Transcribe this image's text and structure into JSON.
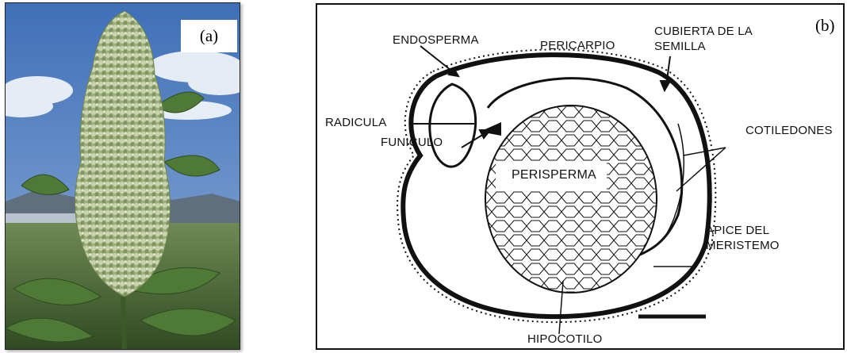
{
  "panels": {
    "a": {
      "tag": "(a)"
    },
    "b": {
      "tag": "(b)"
    }
  },
  "labels": {
    "endosperma": "ENDOSPERMA",
    "pericarpio": "PERICARPIO",
    "cubierta_line1": "CUBIERTA DE LA",
    "cubierta_line2": "SEMILLA",
    "radicula": "RADICULA",
    "funiculo": "FUNICULO",
    "perisperma": "PERISPERMA",
    "cotiledones": "COTILEDONES",
    "apice_line1": "APICE DEL",
    "apice_line2": "MERISTEMO",
    "hipocotilo": "HIPOCOTILO"
  },
  "colors": {
    "sky": "#5a86c8",
    "cloud": "#eef2f7",
    "mountain": "#5f6f7e",
    "foliage_dark": "#2f4a22",
    "leaf": "#4f7a36",
    "inflorescence": "#a9b98a",
    "ink": "#111111"
  }
}
